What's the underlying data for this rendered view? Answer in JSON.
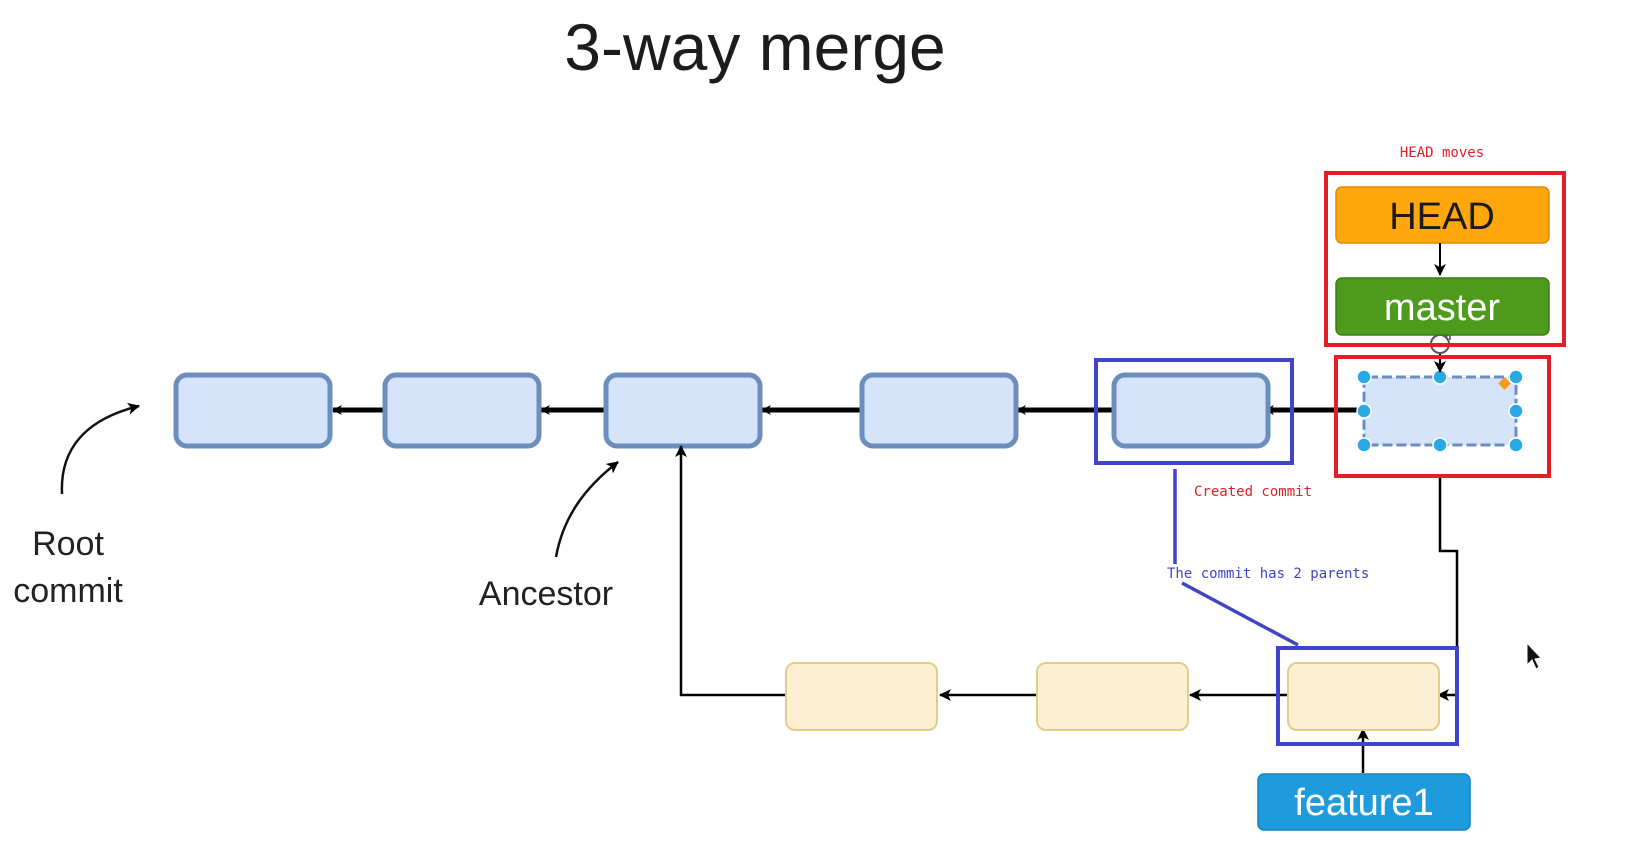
{
  "title": "3-way merge",
  "labels": {
    "root_line1": "Root",
    "root_line2": "commit",
    "ancestor": "Ancestor"
  },
  "refs": {
    "head": "HEAD",
    "master": "master",
    "feature": "feature1"
  },
  "annotations": {
    "head_moves": "HEAD moves",
    "created_commit": "Created commit",
    "two_parents": "The commit has 2 parents"
  },
  "colors": {
    "commit_fill": "#d6e4fb",
    "commit_stroke": "#6c8ebf",
    "feature_commit_fill": "#fdf0d2",
    "feature_commit_stroke": "#e3cb8b",
    "head_fill": "#ffa70d",
    "master_fill": "#4e9a1d",
    "feature_fill": "#1e9bdc",
    "red_annotation": "#e01f26",
    "blue_annotation": "#4045c7",
    "handle": "#29a8e6"
  },
  "diagram": {
    "main_commit_count": 6,
    "feature_commit_count": 3,
    "merge_commit_selected": true
  }
}
